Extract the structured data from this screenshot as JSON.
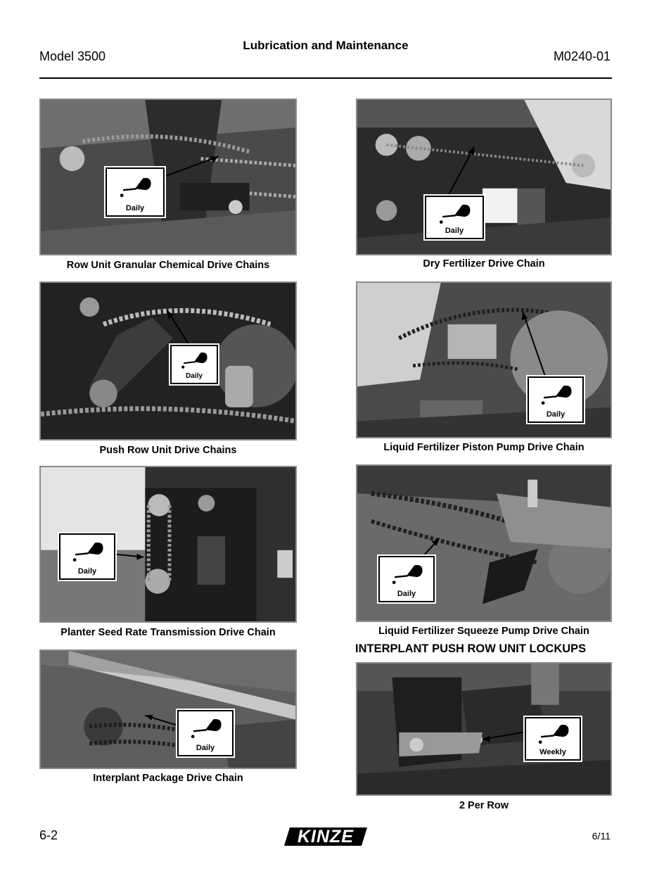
{
  "header": {
    "model": "Model 3500",
    "title": "Lubrication and Maintenance",
    "doc_number": "M0240-01"
  },
  "figures": [
    {
      "caption": "Row Unit Granular Chemical Drive Chains",
      "badge": "Daily"
    },
    {
      "caption": "Dry Fertilizer Drive Chain",
      "badge": "Daily"
    },
    {
      "caption": "Push Row Unit Drive Chains",
      "badge": "Daily"
    },
    {
      "caption": "Liquid Fertilizer Piston Pump Drive Chain",
      "badge": "Daily"
    },
    {
      "caption": "Planter Seed Rate Transmission Drive Chain",
      "badge": "Daily"
    },
    {
      "caption": "Liquid Fertilizer Squeeze Pump Drive Chain",
      "badge": "Daily"
    },
    {
      "caption": "Interplant Package Drive Chain",
      "badge": "Daily"
    },
    {
      "caption": "2 Per Row",
      "badge": "Weekly"
    }
  ],
  "section_heading": "INTERPLANT PUSH ROW UNIT LOCKUPS",
  "footer": {
    "page_number": "6-2",
    "logo_text": "KINZE",
    "date": "6/11"
  },
  "icons": {
    "badge_icon": "oil-can-icon"
  }
}
